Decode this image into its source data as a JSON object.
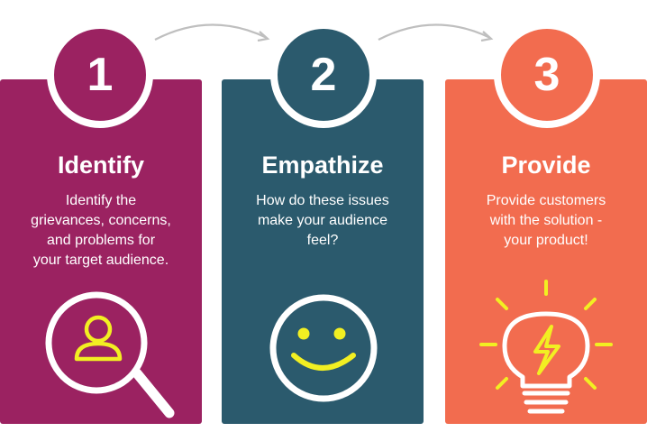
{
  "colors": {
    "identify": "#9b2261",
    "empathize": "#2b5a6d",
    "provide": "#f26c4f",
    "accent": "#f2ef22",
    "arrow": "#bfbfbf"
  },
  "steps": [
    {
      "number": "1",
      "title": "Identify",
      "description": [
        "Identify the",
        "grievances, concerns,",
        "and problems for",
        "your target audience."
      ],
      "icon": "magnifier-person-icon"
    },
    {
      "number": "2",
      "title": "Empathize",
      "description": [
        "How do these issues",
        "make your audience",
        "feel?"
      ],
      "icon": "smiley-face-icon"
    },
    {
      "number": "3",
      "title": "Provide",
      "description": [
        "Provide customers",
        "with the solution -",
        "your product!"
      ],
      "icon": "lightbulb-icon"
    }
  ]
}
